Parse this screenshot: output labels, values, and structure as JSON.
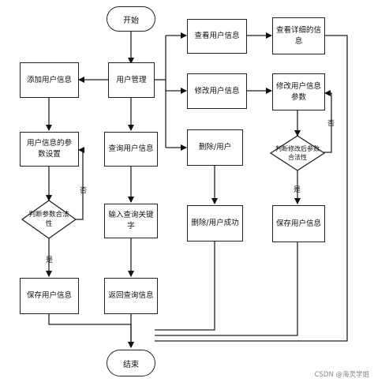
{
  "nodes": {
    "start": "开始",
    "user_mgmt": "用户管理",
    "add_user": "添加用户信息",
    "set_params": "用户信息的参数设置",
    "check_validity": "判断参数合法性",
    "save_add": "保存用户信息",
    "query_user": "查询用户信息",
    "input_keyword": "输入查询关键字",
    "return_query": "返回查询信息",
    "view_user": "查看用户信息",
    "view_detail": "查看详细的信息",
    "edit_user": "修改用户信息",
    "edit_params": "修改用户信息参数",
    "check_edit": "判断修改后参数合法性",
    "save_edit": "保存用户信息",
    "delete_user": "删除/用户",
    "delete_success": "删除/用户成功",
    "end": "结束"
  },
  "labels": {
    "yes_left": "是",
    "no_left": "否",
    "yes_right": "是",
    "no_right": "否"
  },
  "watermark": "CSDN @海灵学姐"
}
